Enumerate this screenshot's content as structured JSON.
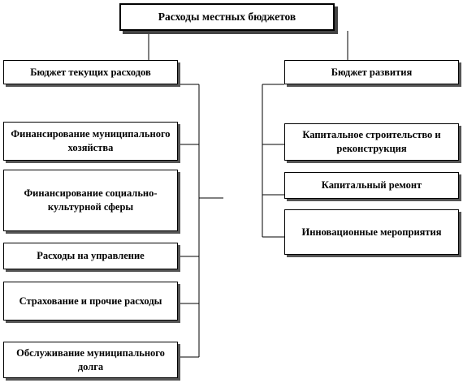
{
  "diagram": {
    "root": "Расходы местных бюджетов",
    "left_branch": {
      "title": "Бюджет текущих  расходов",
      "items": [
        "Финансирование муниципального хозяйства",
        "Финансирование социально-культурной сферы",
        "Расходы на управление",
        "Страхование и прочие расходы",
        "Обслуживание муниципального долга"
      ]
    },
    "right_branch": {
      "title": "Бюджет развития",
      "items": [
        "Капитальное строительство и реконструкция",
        "Капитальный ремонт",
        "Инновационные мероприятия"
      ]
    }
  }
}
